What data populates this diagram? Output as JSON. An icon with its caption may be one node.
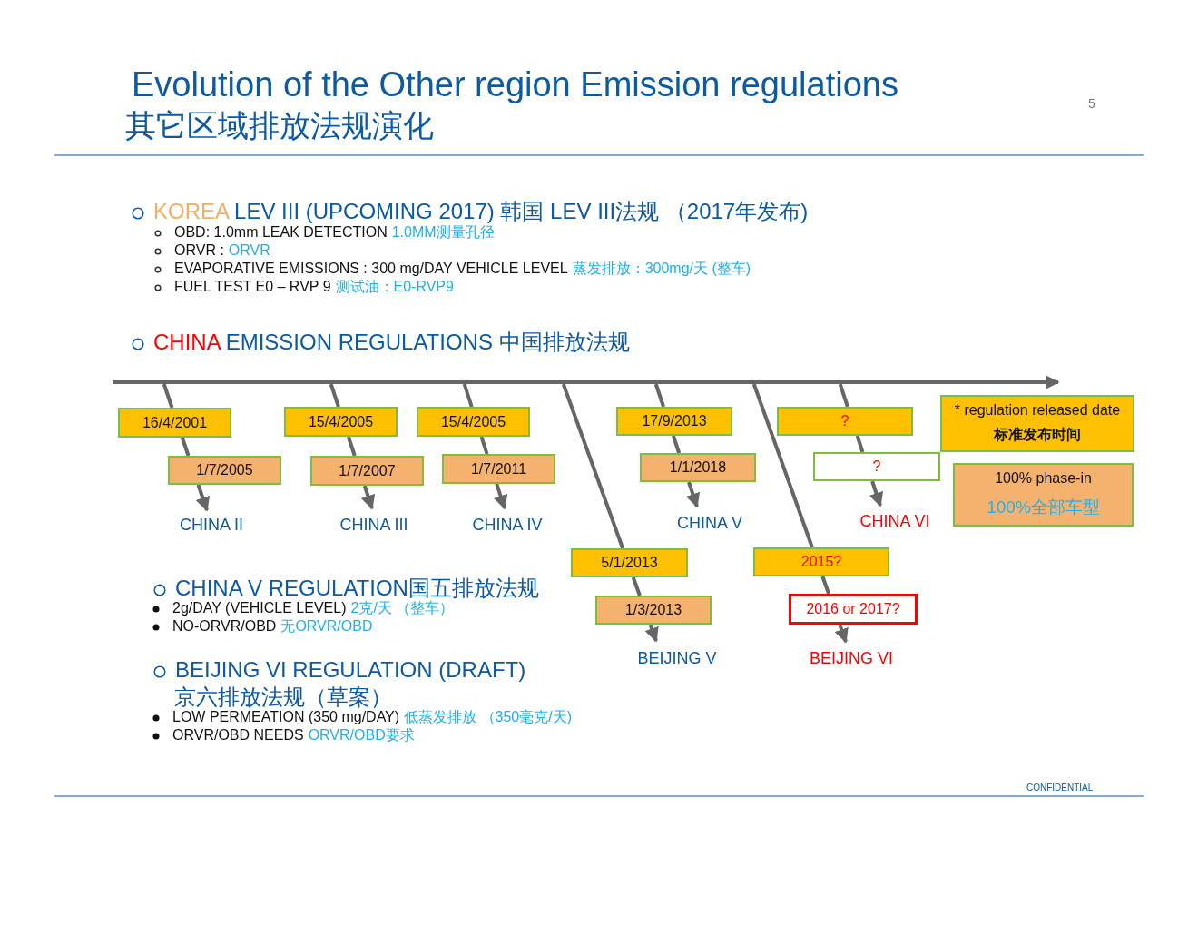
{
  "diagram": {
    "title": "Evolution of the Other region Emission regulations",
    "nodes": [
      {
        "text": [
          "16/4/2001"
        ]
      },
      {
        "text": [
          "1/7/2005"
        ]
      },
      {
        "text": [
          "CHINA II"
        ]
      },
      {
        "text": [
          "15/4/2005"
        ]
      },
      {
        "text": [
          "1/7/2007"
        ]
      },
      {
        "text": [
          "CHINA III"
        ]
      },
      {
        "text": [
          "15/4/2005"
        ]
      },
      {
        "text": [
          "1/7/2011"
        ]
      },
      {
        "text": [
          "CHINA IV"
        ]
      },
      {
        "text": [
          "17/9/2013"
        ]
      },
      {
        "text": [
          "1/1/2018"
        ]
      },
      {
        "text": [
          "CHINA V"
        ]
      },
      {
        "text": [
          "?"
        ]
      },
      {
        "text": [
          "?"
        ]
      },
      {
        "text": [
          "CHINA VI"
        ]
      },
      {
        "text": [
          "* regulation released date",
          "标准发布时间"
        ]
      },
      {
        "text": [
          "100% phase-in",
          "100%全部车型"
        ]
      },
      {
        "text": [
          "5/1/2013"
        ]
      },
      {
        "text": [
          "1/3/2013"
        ]
      },
      {
        "text": [
          "BEIJING V"
        ]
      },
      {
        "text": [
          "2015?"
        ]
      },
      {
        "text": [
          "2016 or 2017?"
        ]
      },
      {
        "text": [
          "BEIJING VI"
        ]
      }
    ],
    "edges": [
      {
        "from": null,
        "to": 0,
        "arrow": "none"
      },
      {
        "from": 0,
        "to": 1,
        "arrow": "none"
      },
      {
        "from": 1,
        "to": 2,
        "arrow": "to"
      },
      {
        "from": null,
        "to": 3,
        "arrow": "none"
      },
      {
        "from": 3,
        "to": 4,
        "arrow": "none"
      },
      {
        "from": 4,
        "to": 5,
        "arrow": "to"
      },
      {
        "from": null,
        "to": 6,
        "arrow": "none"
      },
      {
        "from": 6,
        "to": 7,
        "arrow": "none"
      },
      {
        "from": 7,
        "to": 8,
        "arrow": "to"
      },
      {
        "from": null,
        "to": 9,
        "arrow": "none"
      },
      {
        "from": 9,
        "to": 10,
        "arrow": "none"
      },
      {
        "from": 10,
        "to": 11,
        "arrow": "to"
      },
      {
        "from": null,
        "to": 12,
        "arrow": "none"
      },
      {
        "from": 12,
        "to": 13,
        "arrow": "none"
      },
      {
        "from": 13,
        "to": 14,
        "arrow": "to"
      },
      {
        "from": null,
        "to": 17,
        "arrow": "none"
      },
      {
        "from": 17,
        "to": 18,
        "arrow": "none"
      },
      {
        "from": 18,
        "to": 19,
        "arrow": "to"
      },
      {
        "from": null,
        "to": 20,
        "arrow": "none"
      },
      {
        "from": 20,
        "to": 21,
        "arrow": "none"
      },
      {
        "from": 21,
        "to": 22,
        "arrow": "to"
      }
    ],
    "labels": [
      "其它区域排放法规演化",
      "5",
      "KOREA",
      "LEV III (UPCOMING 2017) 韩国 LEV III法规 （2017年发布)",
      "OBD:  1.0mm LEAK DETECTION",
      "1.0MM测量孔径",
      "ORVR :",
      "ORVR",
      "EVAPORATIVE EMISSIONS : 300 mg/DAY VEHICLE LEVEL",
      "蒸发排放：300mg/天 (整车)",
      "FUEL TEST E0 – RVP 9",
      "测试油：E0-RVP9",
      "CHINA",
      "EMISSION REGULATIONS 中国排放法规",
      "CHINA V REGULATION国五排放法规",
      "2g/DAY (VEHICLE LEVEL)",
      "2克/天 （整车）",
      "NO-ORVR/OBD",
      "无ORVR/OBD",
      "BEIJING VI  REGULATION (DRAFT)",
      "京六排放法规（草案）",
      "LOW PERMEATION (350 mg/DAY)",
      "低蒸发排放 （350毫克/天)",
      "ORVR/OBD NEEDS",
      "ORVR/OBD要求",
      "CONFIDENTIAL"
    ]
  }
}
